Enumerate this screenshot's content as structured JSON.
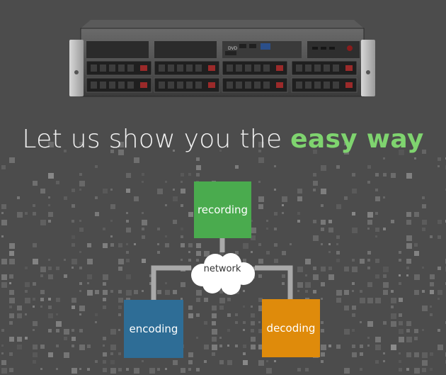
{
  "headline": {
    "prefix": "Let us show you the ",
    "highlight": "easy way"
  },
  "diagram": {
    "top_node": "recording",
    "hub": "network",
    "left_node": "encoding",
    "right_node": "decoding"
  },
  "illustration": {
    "device_icon": "rack-server-icon",
    "drive_label": "DVD"
  },
  "colors": {
    "background": "#4c4c4c",
    "highlight": "#7fd46f",
    "recording": "#4aab4e",
    "encoding": "#2e6d96",
    "decoding": "#df8b0b",
    "connector": "#a9a9a9"
  }
}
